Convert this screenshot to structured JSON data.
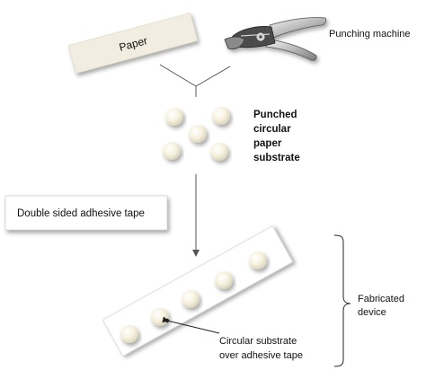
{
  "labels": {
    "paper": "Paper",
    "punching_machine": "Punching machine",
    "punched_lines": [
      "Punched",
      "circular",
      "paper",
      "substrate"
    ],
    "tape": "Double sided adhesive tape",
    "fabricated_lines": [
      "Fabricated",
      "device"
    ],
    "circular_over_tape_lines": [
      "Circular substrate",
      "over adhesive tape"
    ]
  },
  "icons": {
    "punch_tool": "hole-punch-pliers-icon"
  },
  "colors": {
    "paper_fill": "#f1ede0",
    "tape_fill": "#ffffff",
    "disc_fill": "#f6f1de",
    "arrow": "#555555"
  }
}
